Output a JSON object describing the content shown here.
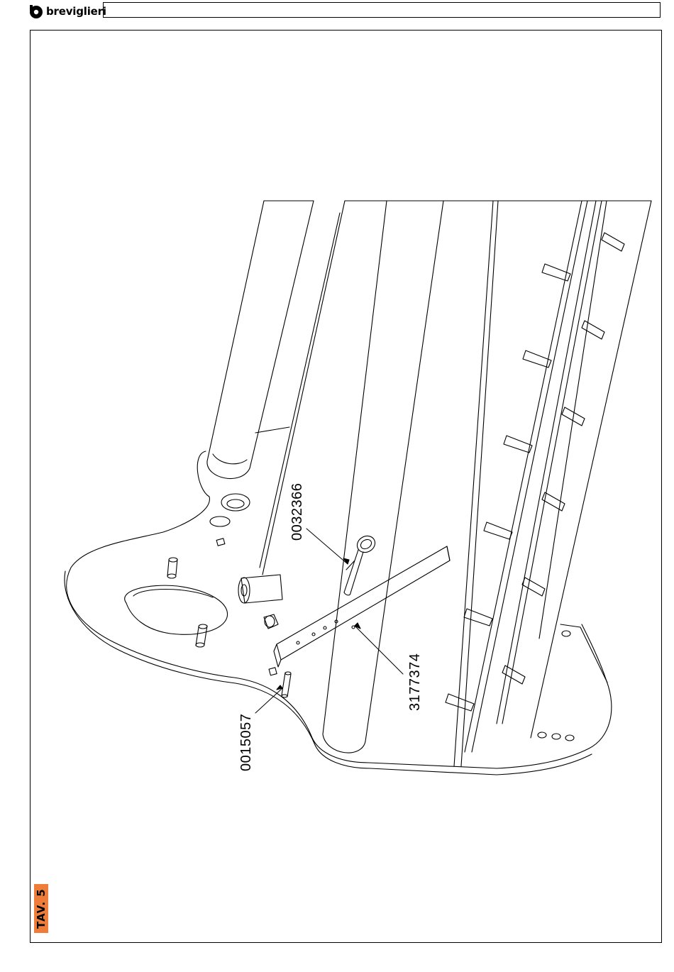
{
  "header": {
    "brand": "breviglieri",
    "title_box": ""
  },
  "drawing": {
    "parts": [
      {
        "code": "0032366"
      },
      {
        "code": "3177374"
      },
      {
        "code": "0015057"
      }
    ]
  },
  "table_label": "TAV. 5",
  "colors": {
    "accent": "#ee7d3a",
    "line": "#000000"
  }
}
